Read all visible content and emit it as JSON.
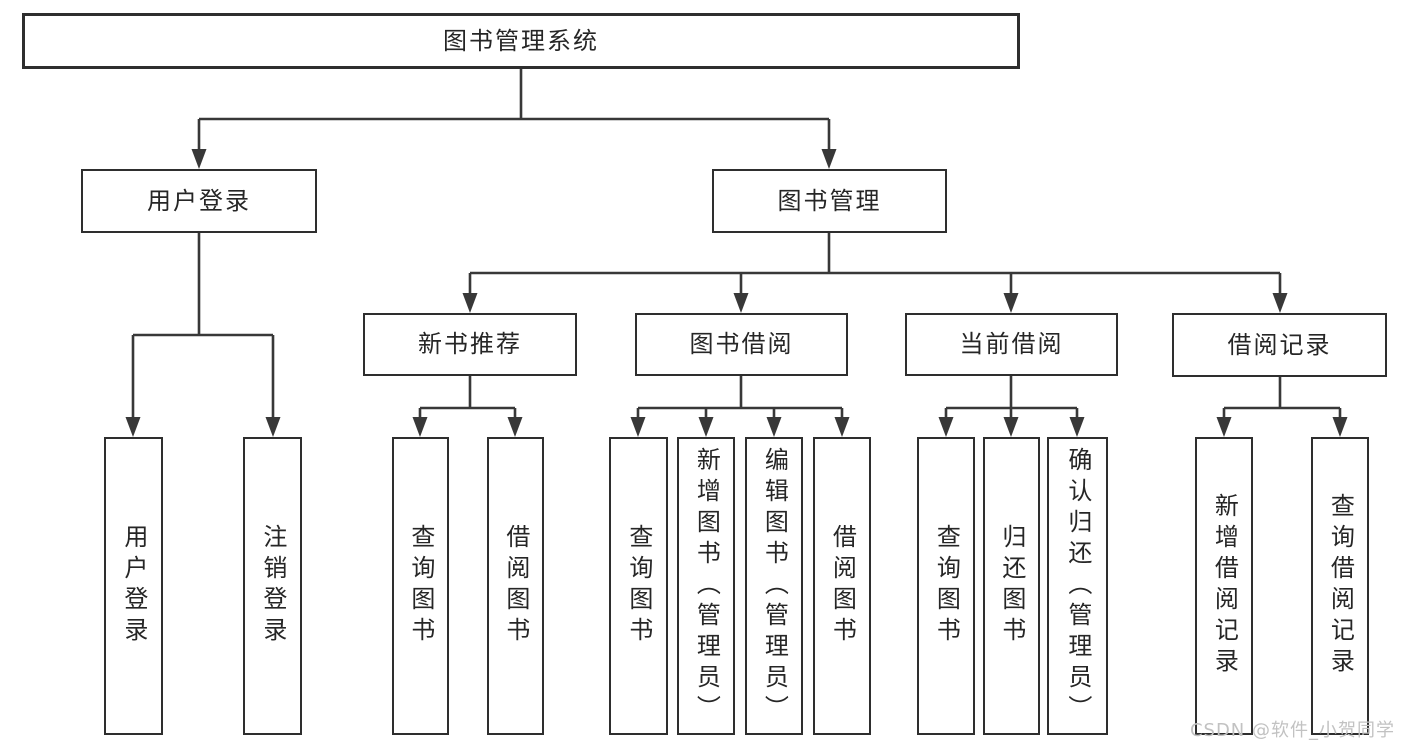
{
  "tree": {
    "label": "图书管理系统",
    "children": [
      {
        "label": "用户登录",
        "children": [
          {
            "label": "用户登录"
          },
          {
            "label": "注销登录"
          }
        ]
      },
      {
        "label": "图书管理",
        "children": [
          {
            "label": "新书推荐",
            "children": [
              {
                "label": "查询图书"
              },
              {
                "label": "借阅图书"
              }
            ]
          },
          {
            "label": "图书借阅",
            "children": [
              {
                "label": "查询图书"
              },
              {
                "label": "新增图书（管理员）"
              },
              {
                "label": "编辑图书（管理员）"
              },
              {
                "label": "借阅图书"
              }
            ]
          },
          {
            "label": "当前借阅",
            "children": [
              {
                "label": "查询图书"
              },
              {
                "label": "归还图书"
              },
              {
                "label": "确认归还（管理员）"
              }
            ]
          },
          {
            "label": "借阅记录",
            "children": [
              {
                "label": "新增借阅记录"
              },
              {
                "label": "查询借阅记录"
              }
            ]
          }
        ]
      }
    ]
  },
  "watermark": "CSDN @软件_小贺同学",
  "colors": {
    "line": "#383838",
    "box_border": "#2e2e2e",
    "box_fill": "#ffffff",
    "text": "#262626",
    "watermark": "#c2c2c2",
    "background": "#ffffff"
  }
}
